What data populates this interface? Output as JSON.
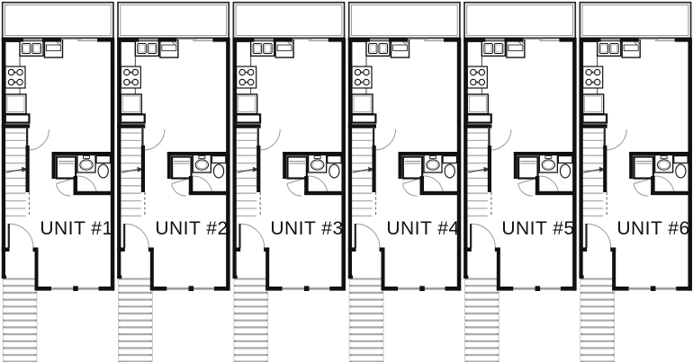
{
  "plan": {
    "kind": "row-house-floor-plan",
    "unit_count": 6
  },
  "units": [
    {
      "label": "UNIT #1"
    },
    {
      "label": "UNIT #2"
    },
    {
      "label": "UNIT #3"
    },
    {
      "label": "UNIT #4"
    },
    {
      "label": "UNIT #5"
    },
    {
      "label": "UNIT #6"
    }
  ],
  "colors": {
    "background": "#ffffff",
    "wall": "#111111",
    "window": "#999999",
    "tread": "#ababab",
    "door_arc": "#9a9a9a",
    "text": "#111111"
  },
  "fixture_icons": [
    "deck-railing-icon",
    "window-icon",
    "sliding-glass-door-icon",
    "kitchen-sink-icon",
    "range-oven-icon",
    "cooktop-burners-icon",
    "refrigerator-icon",
    "hall-closet-icon",
    "interior-stairs-icon",
    "stair-direction-arrow-icon",
    "door-swing-icon",
    "linen-closet-icon",
    "bathroom-sink-icon",
    "toilet-icon",
    "entry-porch-icon",
    "exterior-stairs-icon"
  ]
}
